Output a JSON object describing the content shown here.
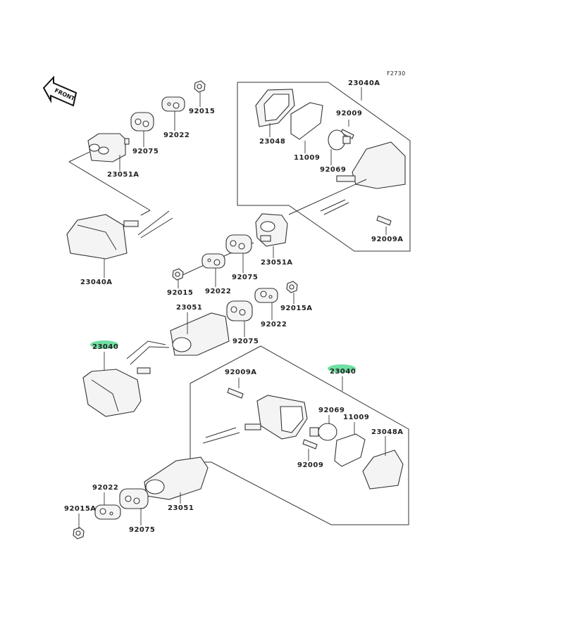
{
  "diagram": {
    "figure_code": "F2730",
    "front_indicator": "FRONT",
    "highlight_color": "#5fdc98",
    "labels": {
      "top_group": {
        "nut": "92015",
        "plate": "92022",
        "grommet": "92075",
        "holder": "23051A"
      },
      "rear_left_lamp": "23040A",
      "upper_right_assembly": {
        "assembly": "23040A",
        "lens": "23048",
        "gasket": "11009",
        "screw": "92009",
        "bulb": "92069",
        "screw_a": "92009A"
      },
      "middle_group": {
        "holder_a": "23051A",
        "grommet_upper": "92075",
        "plate_upper": "92022",
        "nut": "92015",
        "holder": "23051",
        "grommet_lower": "92075",
        "plate_lower": "92022",
        "nut_a": "92015A"
      },
      "front_left_lamp": "23040",
      "lower_right_assembly": {
        "assembly": "23040",
        "screw_a": "92009A",
        "bulb": "92069",
        "gasket": "11009",
        "lens_a": "23048A",
        "screw": "92009"
      },
      "bottom_group": {
        "plate": "92022",
        "nut_a": "92015A",
        "grommet": "92075",
        "holder": "23051"
      }
    }
  }
}
